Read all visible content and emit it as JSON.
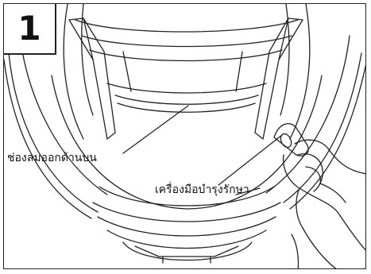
{
  "step_number": "1",
  "labels": {
    "upper_vent": "ช่องลมออกด้านบน",
    "maintenance_tool": "เครื่องมือบำรุงรักษา"
  },
  "colors": {
    "line": "#222222",
    "background": "#ffffff"
  }
}
